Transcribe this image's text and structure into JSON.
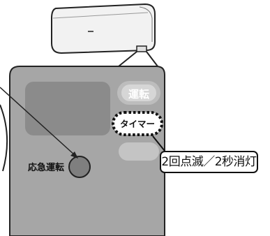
{
  "indicators": {
    "operation_label": "運転",
    "timer_label": "タイマー"
  },
  "emergency_button_label": "応急運転",
  "callout_text": "2回点滅／2秒消灯",
  "colors": {
    "panel_fill": "#a6a6a6",
    "display_fill": "#8b8b8b",
    "button_fill": "#7f7f7f",
    "outline": "#222222",
    "indicator_glow": "#cfcfcf"
  }
}
